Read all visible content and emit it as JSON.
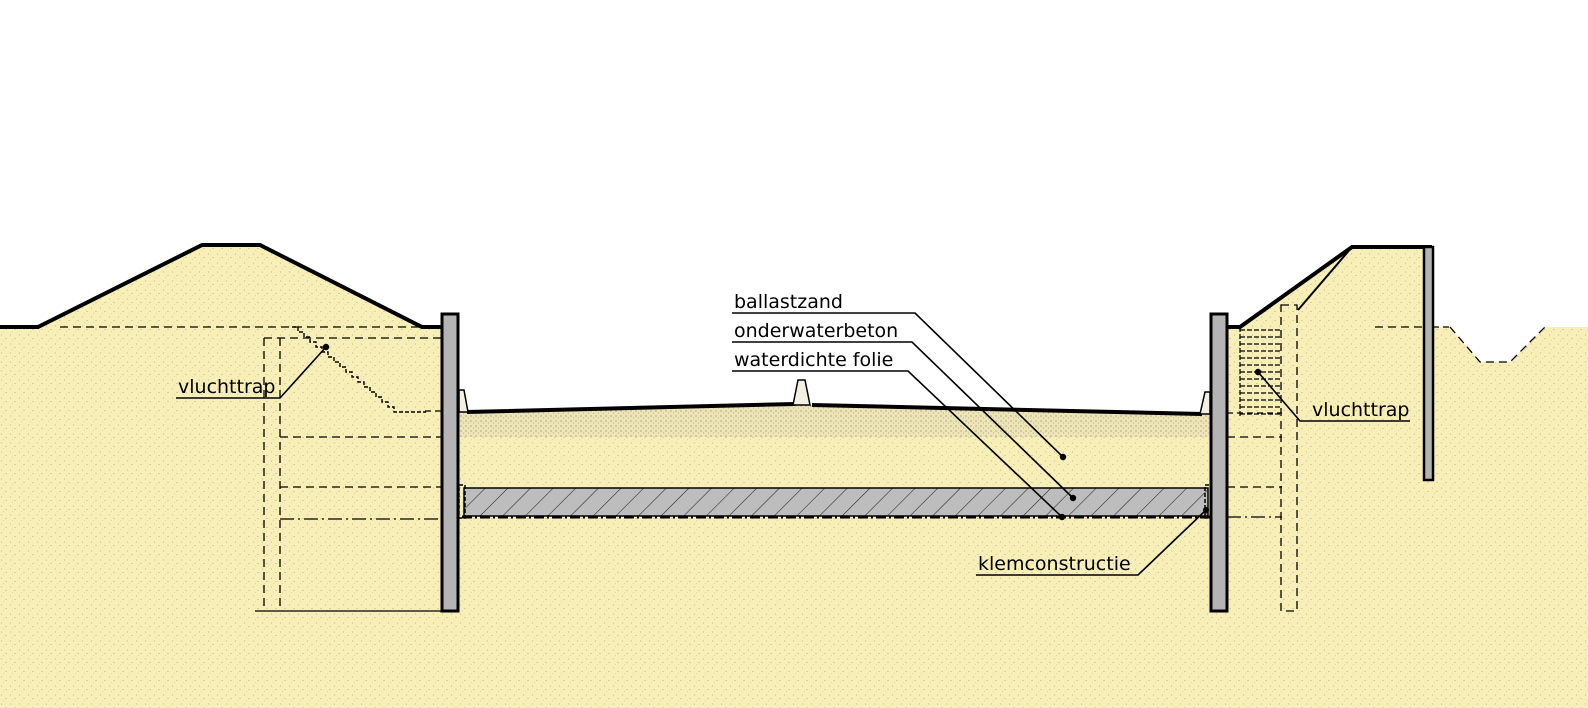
{
  "labels": {
    "ballastzand": "ballastzand",
    "onderwaterbeton": "onderwaterbeton",
    "waterdichte_folie": "waterdichte folie",
    "klemconstructie": "klemconstructie",
    "vluchttrap_left": "vluchttrap",
    "vluchttrap_right": "vluchttrap"
  },
  "colors": {
    "soil": "#f7eeb8",
    "ballast_sand": "#ede5b8",
    "concrete": "#bdbdbd",
    "sheet_pile": "#b4b4b4",
    "line": "#000000"
  }
}
